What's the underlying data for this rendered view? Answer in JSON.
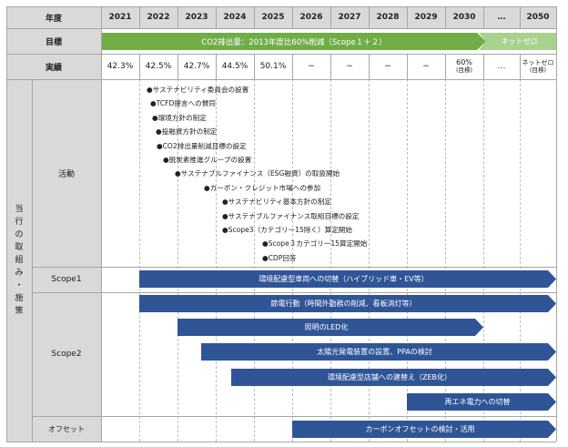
{
  "header": {
    "year_label": "年度",
    "years": [
      "2021",
      "2022",
      "2023",
      "2024",
      "2025",
      "2026",
      "2027",
      "2028",
      "2029",
      "2030",
      "…",
      "2050"
    ]
  },
  "target_row": {
    "label": "目標",
    "main_text": "CO2排出量：2013年度比60%削減（Scope１＋２）",
    "netzero_text": "ネットゼロ",
    "main_color": "#70ad47",
    "netzero_color": "#a9d18e"
  },
  "actual_row": {
    "label": "実績",
    "values": [
      "42.3%",
      "42.5%",
      "42.7%",
      "44.5%",
      "50.1%",
      "−",
      "−",
      "−",
      "−"
    ],
    "target_2030": {
      "value": "60%",
      "note": "(目標)"
    },
    "ellipsis": "…",
    "target_2050": {
      "value": "ネットゼロ",
      "note": "(目標)"
    }
  },
  "section_label": "当行の取組み・施策",
  "activities": {
    "label": "活動",
    "items": [
      "●サステナビリティ委員会の設置",
      "●TCFD提言への賛同",
      "●環境方針の制定",
      "●投融資方針の制定",
      "●CO2排出量削減目標の設定",
      "●脱炭素推進グループの設置",
      "●サステナブルファイナンス（ESG融資）の取扱開始",
      "●カーボン・クレジット市場への参加",
      "●サステナビリティ基本方針の制定",
      "●サステナブルファイナンス取組目標の設定",
      "●Scope3（カテゴリー15除く）算定開始",
      "●Scope３カテゴリー15算定開始",
      "●CDP回答"
    ]
  },
  "scope1": {
    "label": "Scope1",
    "bars": [
      "環境配慮型車両への切替（ハイブリッド車・EV等）"
    ]
  },
  "scope2": {
    "label": "Scope2",
    "bars": [
      "節電行動（時間外勤務の削減、看板消灯等）",
      "照明のLED化",
      "太陽光発電装置の設置、PPAの検討",
      "環境配慮型店舗への建替え（ZEB化）",
      "再エネ電力への切替"
    ]
  },
  "offset": {
    "label": "オフセット",
    "bars": [
      "カーボンオフセットの検討・活用"
    ]
  },
  "colors": {
    "bar": "#2f5597",
    "header": "#d9d9d9",
    "grid": "#a6a6a6"
  }
}
